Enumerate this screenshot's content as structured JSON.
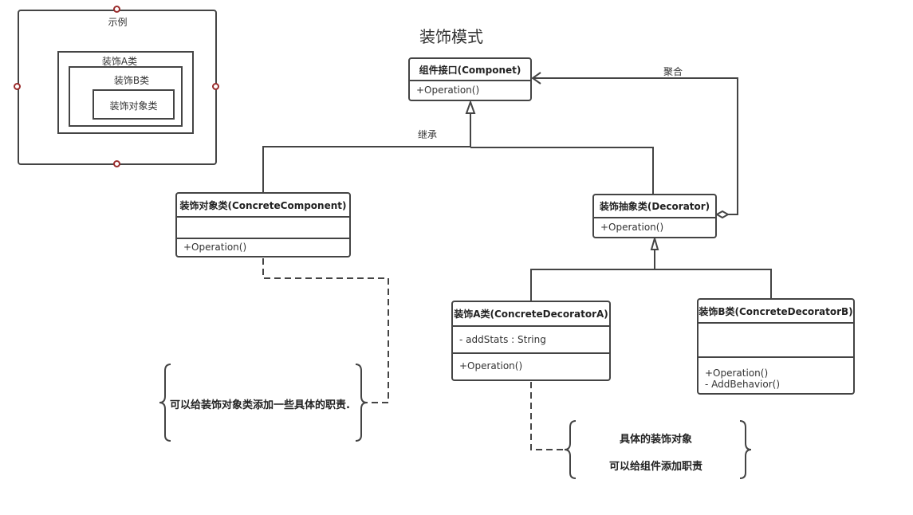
{
  "title": "装饰模式",
  "example": {
    "label": "示例",
    "outer_label": "装饰A类",
    "middle_label": "装饰B类",
    "inner_label": "装饰对象类"
  },
  "classes": {
    "component": {
      "name": "组件接口(Componet)",
      "methods": [
        "+Operation()"
      ]
    },
    "concrete_component": {
      "name": "装饰对象类(ConcreteComponent)",
      "attributes": [],
      "methods": [
        "+Operation()"
      ]
    },
    "decorator": {
      "name": "装饰抽象类(Decorator)",
      "methods": [
        "+Operation()"
      ]
    },
    "decorator_a": {
      "name": "装饰A类(ConcreteDecoratorA)",
      "attributes": [
        "- addStats : String"
      ],
      "methods": [
        "+Operation()"
      ]
    },
    "decorator_b": {
      "name": "装饰B类(ConcreteDecoratorB)",
      "attributes": [],
      "methods": [
        "+Operation()",
        "- AddBehavior()"
      ]
    }
  },
  "relations": {
    "inheritance_label": "继承",
    "aggregation_label": "聚合"
  },
  "notes": {
    "component_note": "可以给装饰对象类添加一些具体的职责.",
    "decorator_note_line1": "具体的装饰对象",
    "decorator_note_line2": "可以给组件添加职责"
  },
  "colors": {
    "line": "#444444",
    "handle": "#9a2c2c"
  }
}
